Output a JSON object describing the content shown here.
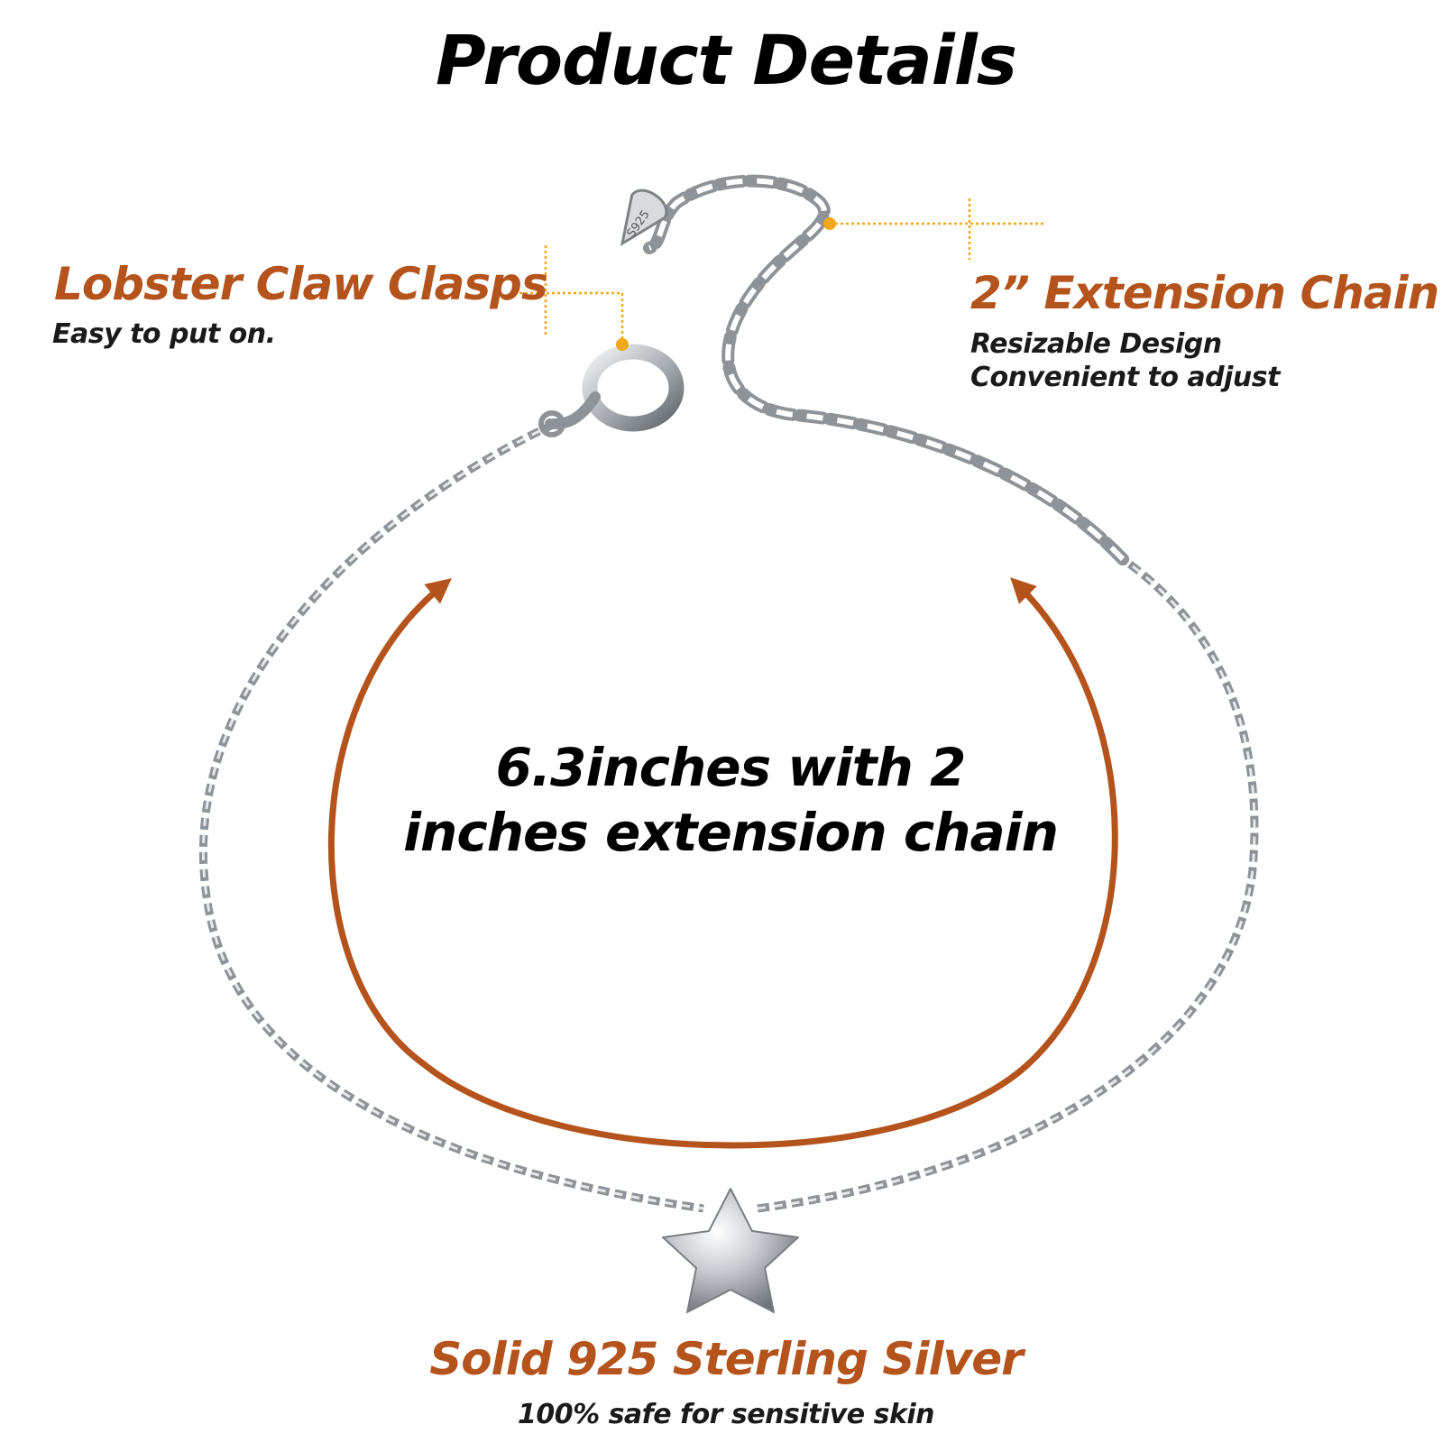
{
  "title": "Product Details",
  "clasp": {
    "title": "Lobster Claw Clasps",
    "desc": "Easy to put on."
  },
  "extension": {
    "title": "2” Extension Chain",
    "line1": "Resizable Design",
    "line2": "Convenient  to adjust"
  },
  "length": {
    "text": "6.3inches with 2 inches extension chain"
  },
  "material": {
    "title": "Solid 925 Sterling Silver",
    "desc": "100% safe for sensitive skin"
  },
  "tag_stamp": "S925",
  "colors": {
    "accent": "#b4531c",
    "leader": "#f0a818",
    "silver": "#9aa0a6",
    "text": "#000000"
  }
}
